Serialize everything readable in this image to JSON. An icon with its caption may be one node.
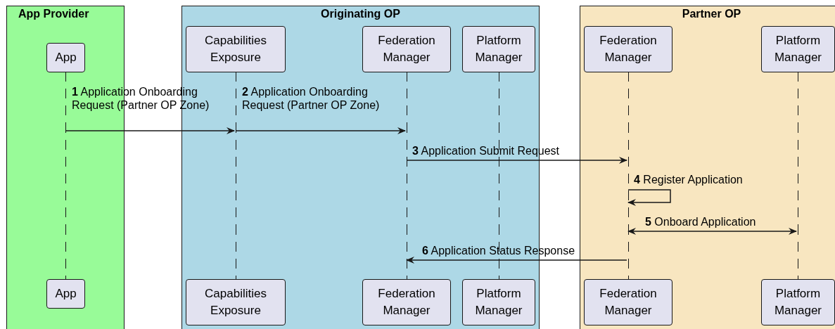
{
  "diagram": {
    "nodes": [
      {
        "text": [
          "App Provider"
        ]
      },
      {
        "text": [
          "Originating OP"
        ]
      },
      {
        "text": [
          "Partner OP"
        ]
      },
      {
        "text": [
          "App"
        ],
        "in": 0
      },
      {
        "text": [
          "Capabilities Exposure"
        ],
        "in": 1
      },
      {
        "text": [
          "Federation Manager"
        ],
        "in": 1
      },
      {
        "text": [
          "Platform Manager"
        ],
        "in": 1
      },
      {
        "text": [
          "Federation Manager"
        ],
        "in": 2
      },
      {
        "text": [
          "Platform Manager"
        ],
        "in": 2
      },
      {
        "text": [],
        "shape": "bar",
        "in": 0
      },
      {
        "text": [],
        "shape": "bar",
        "in": 1
      },
      {
        "text": [],
        "shape": "bar",
        "in": 1
      },
      {
        "text": [],
        "shape": "bar",
        "in": 1
      },
      {
        "text": [],
        "shape": "bar",
        "in": 2
      },
      {
        "text": [],
        "shape": "bar",
        "in": 2
      },
      {
        "text": [
          "App"
        ],
        "in": 0
      },
      {
        "text": [
          "Capabilities Exposure"
        ],
        "in": 1
      },
      {
        "text": [
          "Federation Manager"
        ],
        "in": 1
      },
      {
        "text": [
          "Platform Manager"
        ],
        "in": 1
      },
      {
        "text": [
          "Federation Manager"
        ],
        "in": 2
      },
      {
        "text": [
          "Platform Manager"
        ],
        "in": 2
      }
    ],
    "edges": [
      {
        "from": 9,
        "to": 10,
        "arrow": "to",
        "label": "**1** Application Onboarding Request (Partner OP Zone)"
      },
      {
        "from": 10,
        "to": 11,
        "arrow": "to",
        "label": "**2** Application Onboarding Request (Partner OP Zone)"
      },
      {
        "from": 11,
        "to": 13,
        "arrow": "to",
        "label": "**3** Application Submit Request"
      },
      {
        "from": 13,
        "to": 13,
        "arrow": "to",
        "label": "**4** Register Application"
      },
      {
        "from": 13,
        "to": 14,
        "arrow": "both",
        "label": "**5** Onboard Application"
      },
      {
        "from": 13,
        "to": 11,
        "arrow": "to",
        "label": "**6** Application Status Response"
      }
    ]
  }
}
